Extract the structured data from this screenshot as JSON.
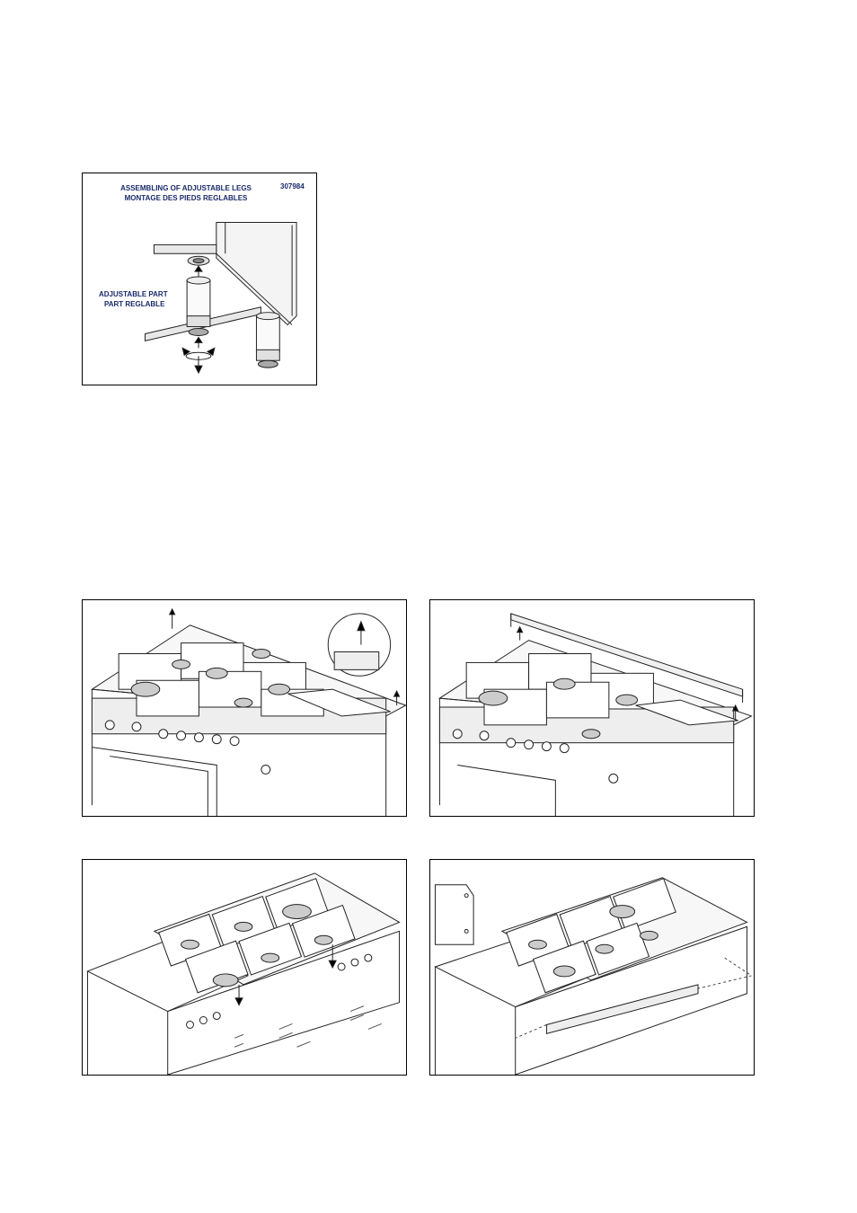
{
  "legs_figure": {
    "title_en": "ASSEMBLING OF ADJUSTABLE LEGS",
    "title_fr": "MONTAGE DES PIEDS REGLABLES",
    "code": "307984",
    "part_en": "ADJUSTABLE PART",
    "part_fr": "PART REGLABLE"
  }
}
